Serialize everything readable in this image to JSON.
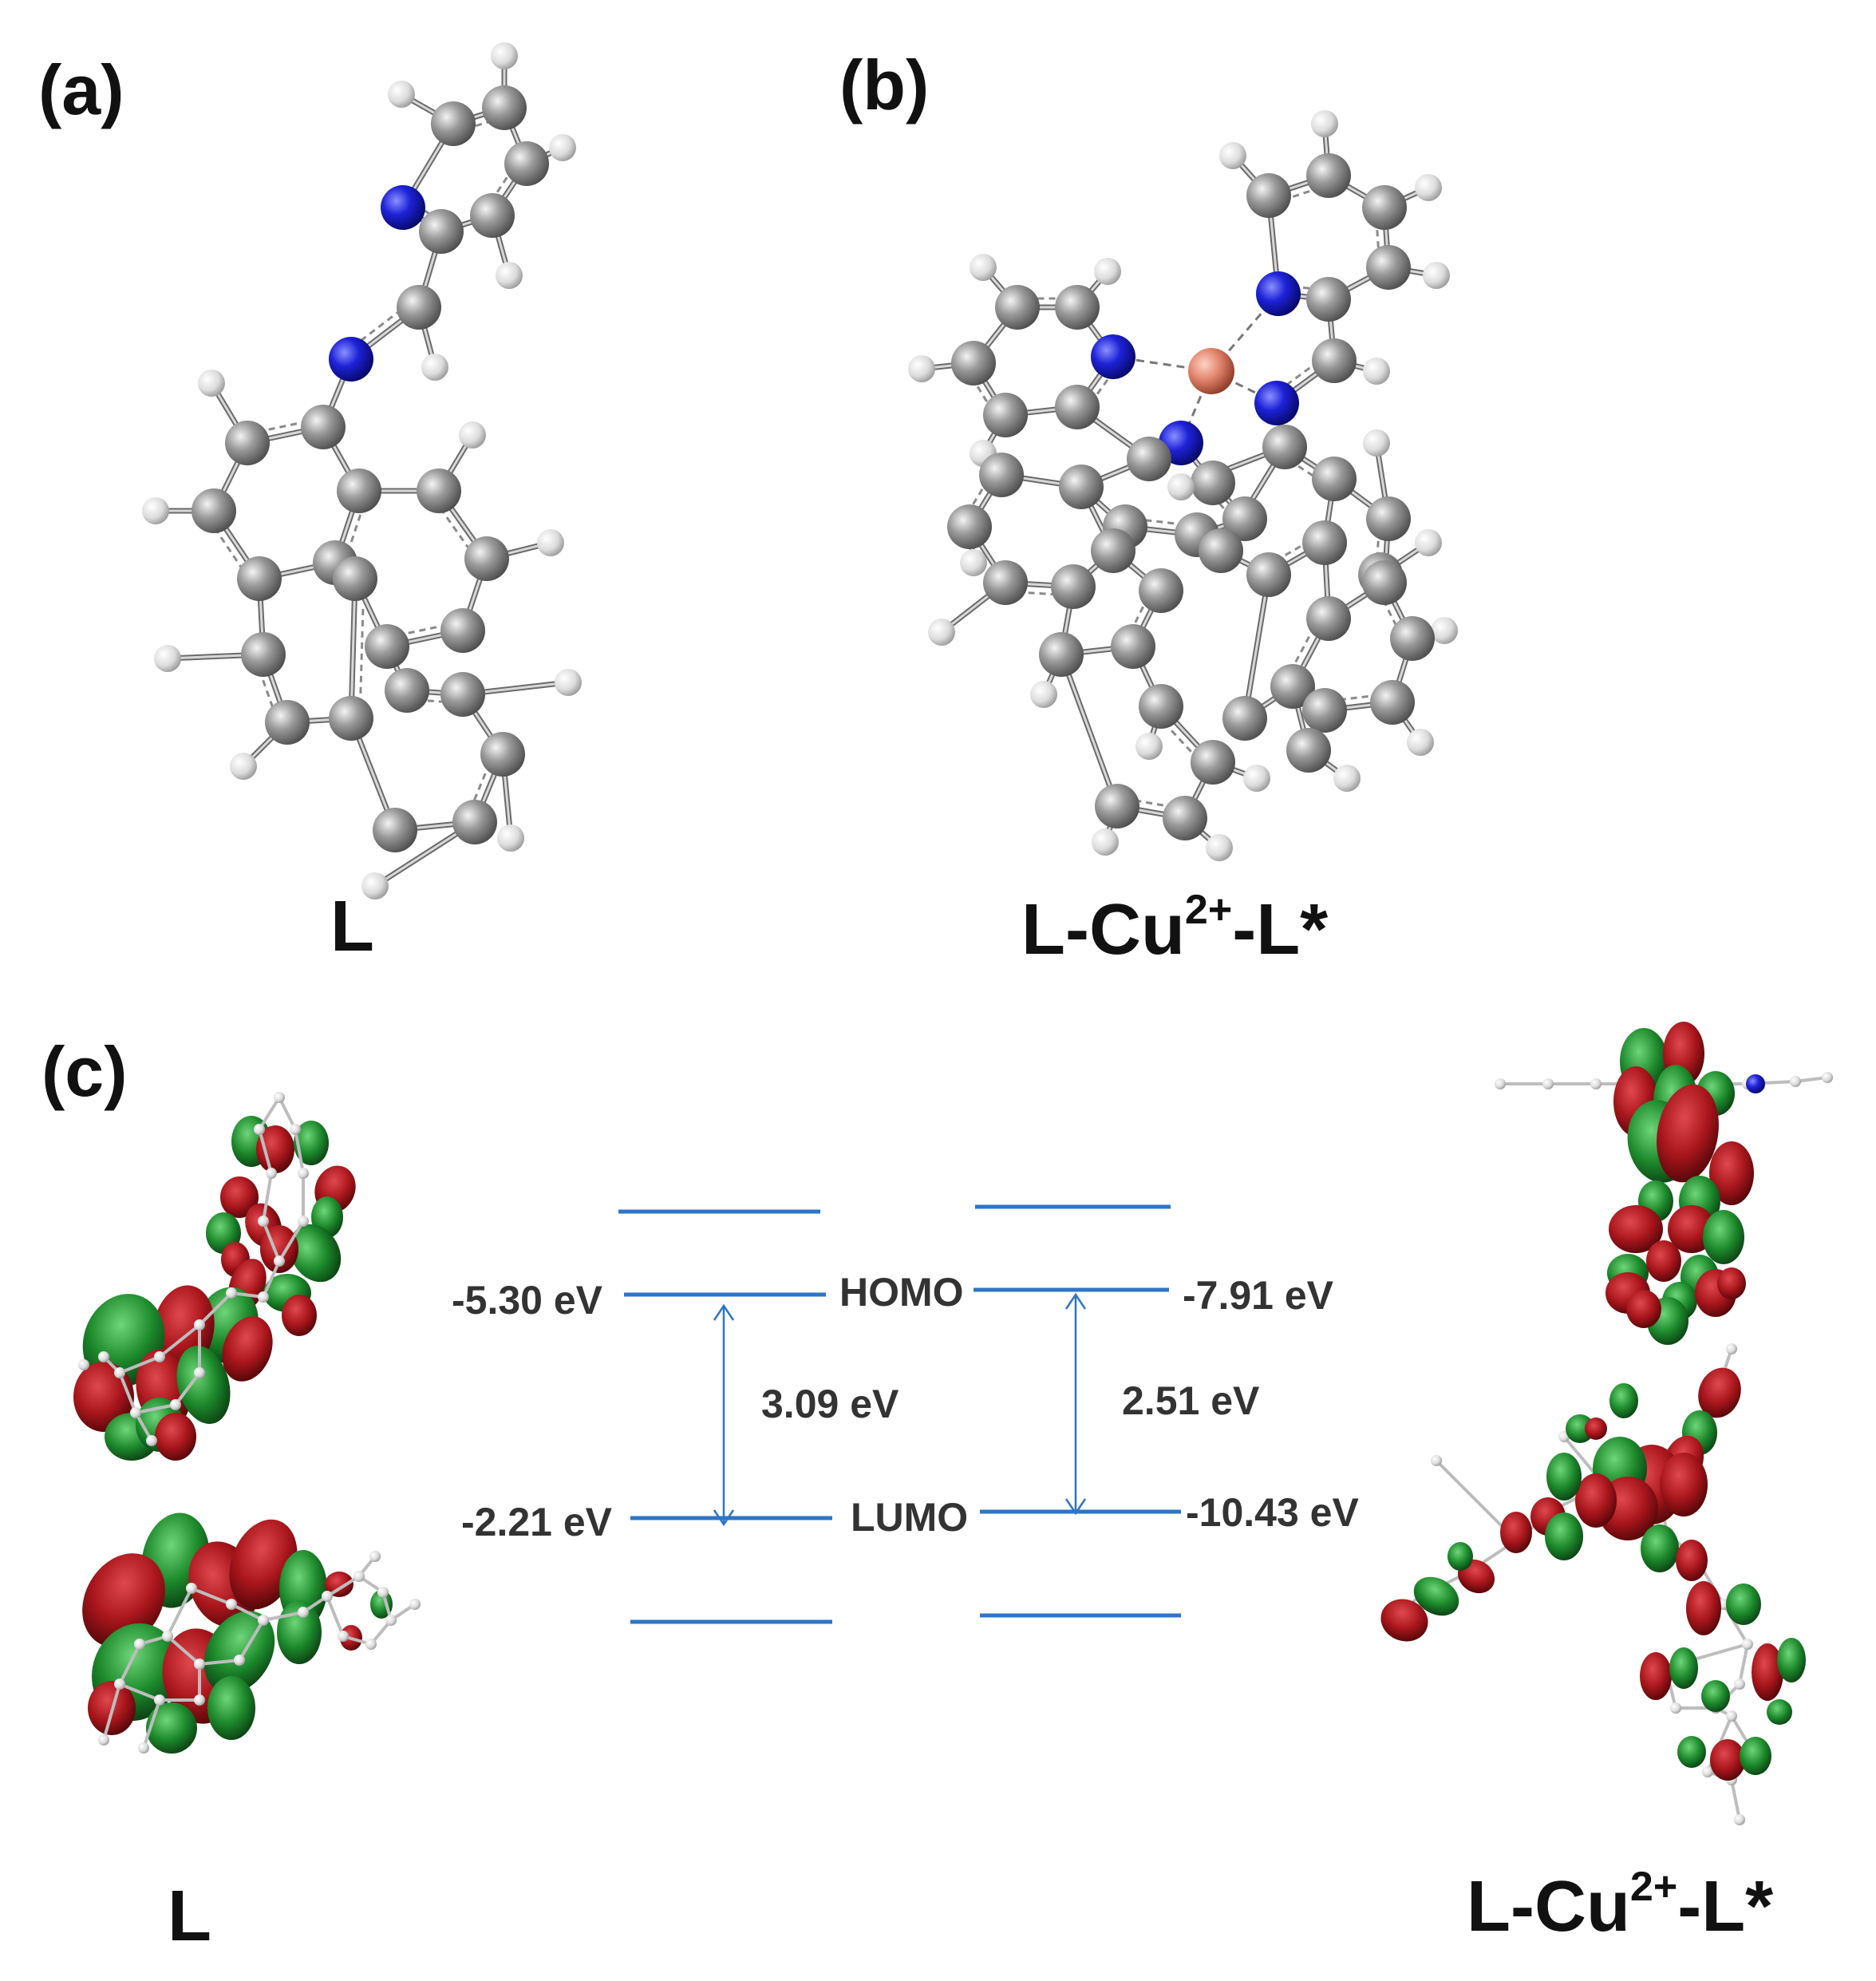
{
  "panels": {
    "a": {
      "letter": "(a)",
      "caption": "L"
    },
    "b": {
      "letter": "(b)",
      "caption_pre": "L-Cu",
      "caption_sup": "2+",
      "caption_post": "-L*"
    },
    "c": {
      "letter": "(c)",
      "caption_left": "L",
      "caption_right_pre": "L-Cu",
      "caption_right_sup": "2+",
      "caption_right_post": "-L*"
    }
  },
  "energy_diagram": {
    "homo_label": "HOMO",
    "lumo_label": "LUMO",
    "left": {
      "homo": "-5.30 eV",
      "lumo": "-2.21 eV",
      "gap": "3.09 eV"
    },
    "right": {
      "homo": "-7.91 eV",
      "lumo": "-10.43 eV",
      "gap": "2.51 eV"
    }
  },
  "colors": {
    "level_line": "#2e75c6",
    "arrow": "#2e75c6",
    "carbon": "#8c8c8c",
    "hydrogen": "#e2e2e2",
    "nitrogen": "#1e22d8",
    "copper": "#e0826a",
    "orbital_red": "#a8161c",
    "orbital_green": "#1d8a2c"
  }
}
